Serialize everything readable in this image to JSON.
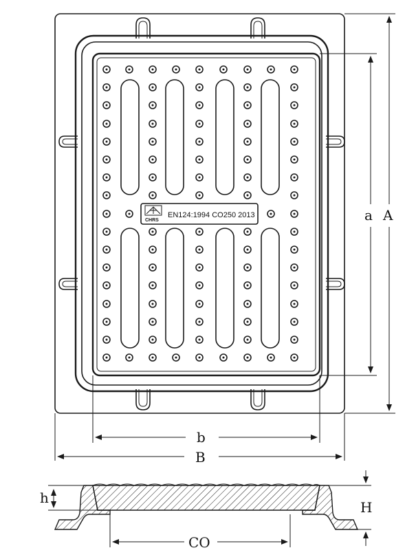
{
  "drawing": {
    "plate_marking": "EN124:1994  CO250  2013",
    "logo_text": "CHRS",
    "dimension_labels": {
      "frame_height": "A",
      "cover_height": "a",
      "frame_width": "B",
      "cover_width": "b",
      "clear_opening": "CO",
      "total_depth": "H",
      "cover_thickness": "h"
    },
    "colors": {
      "stroke": "#1a1a1a",
      "background": "#ffffff"
    }
  }
}
